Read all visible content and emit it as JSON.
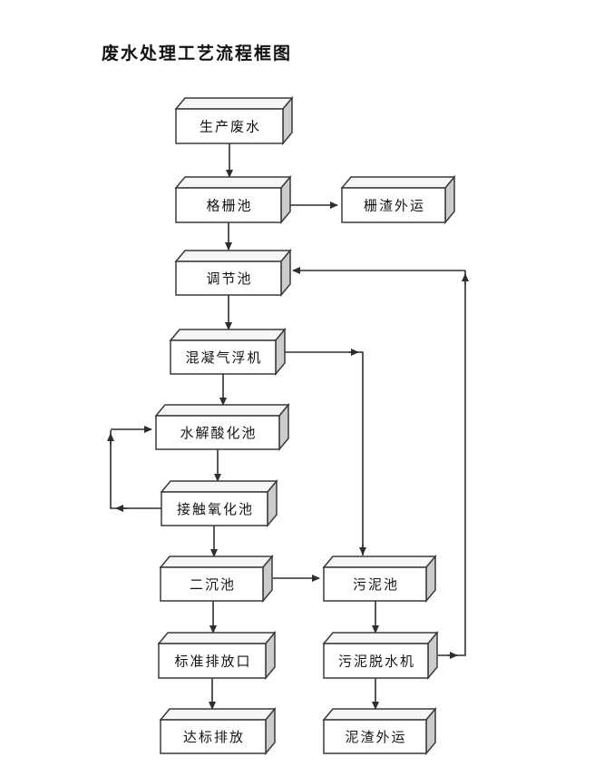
{
  "title": "废水处理工艺流程框图",
  "diagram": {
    "type": "flowchart",
    "nodes": [
      {
        "id": "production-wastewater",
        "label": "生产废水"
      },
      {
        "id": "grid-pool",
        "label": "格栅池"
      },
      {
        "id": "grid-residue-out",
        "label": "栅渣外运"
      },
      {
        "id": "regulating-pool",
        "label": "调节池"
      },
      {
        "id": "coagulation-air-flotation",
        "label": "混凝气浮机"
      },
      {
        "id": "hydrolysis-acidification-pool",
        "label": "水解酸化池"
      },
      {
        "id": "contact-oxidation-pool",
        "label": "接触氧化池"
      },
      {
        "id": "secondary-sedimentation-pool",
        "label": "二沉池"
      },
      {
        "id": "sludge-pool",
        "label": "污泥池"
      },
      {
        "id": "standard-discharge-outlet",
        "label": "标准排放口"
      },
      {
        "id": "sludge-dewatering-machine",
        "label": "污泥脱水机"
      },
      {
        "id": "standard-discharge",
        "label": "达标排放"
      },
      {
        "id": "sludge-residue-out",
        "label": "泥渣外运"
      }
    ],
    "edges": [
      {
        "from": "production-wastewater",
        "to": "grid-pool"
      },
      {
        "from": "grid-pool",
        "to": "grid-residue-out"
      },
      {
        "from": "grid-pool",
        "to": "regulating-pool"
      },
      {
        "from": "regulating-pool",
        "to": "coagulation-air-flotation"
      },
      {
        "from": "coagulation-air-flotation",
        "to": "hydrolysis-acidification-pool"
      },
      {
        "from": "coagulation-air-flotation",
        "to": "sludge-pool"
      },
      {
        "from": "hydrolysis-acidification-pool",
        "to": "contact-oxidation-pool"
      },
      {
        "from": "contact-oxidation-pool",
        "to": "hydrolysis-acidification-pool"
      },
      {
        "from": "contact-oxidation-pool",
        "to": "secondary-sedimentation-pool"
      },
      {
        "from": "secondary-sedimentation-pool",
        "to": "standard-discharge-outlet"
      },
      {
        "from": "secondary-sedimentation-pool",
        "to": "sludge-pool"
      },
      {
        "from": "standard-discharge-outlet",
        "to": "standard-discharge"
      },
      {
        "from": "sludge-pool",
        "to": "sludge-dewatering-machine"
      },
      {
        "from": "sludge-dewatering-machine",
        "to": "sludge-residue-out"
      },
      {
        "from": "sludge-dewatering-machine",
        "to": "regulating-pool"
      }
    ],
    "colors": {
      "box_front": "#ffffff",
      "box_top": "#f6f6f6",
      "box_side": "#cccccc",
      "box_border": "#3a3a3a",
      "line": "#2e2e2e",
      "text": "#141414",
      "background": "#ffffff"
    }
  }
}
